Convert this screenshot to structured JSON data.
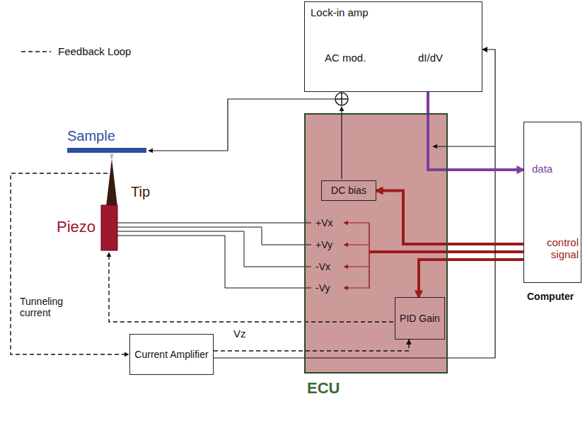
{
  "diagram": {
    "nodes": [
      {
        "text": [
          "Lock-in amp",
          "AC mod.",
          "dI/dV"
        ]
      },
      {
        "text": [
          "ECU"
        ]
      },
      {
        "text": [
          "DC bias"
        ],
        "in": 1
      },
      {
        "text": [
          "PID Gain"
        ],
        "in": 1
      },
      {
        "text": [
          "Computer"
        ]
      },
      {
        "text": [
          "Current Amplifier"
        ]
      }
    ],
    "edges": [
      {
        "from": 5,
        "to": 0,
        "arrow": "to"
      },
      {
        "from": 0,
        "to": 4,
        "arrow": "to"
      },
      {
        "from": 4,
        "to": 2,
        "arrow": "to"
      },
      {
        "from": 4,
        "to": 3,
        "arrow": "to"
      },
      {
        "from": 5,
        "to": 3,
        "arrow": "to"
      }
    ],
    "labels": [
      "Sample",
      "Tip",
      "Piezo",
      "+Vx",
      "+Vy",
      "-Vx",
      "-Vy",
      "Vz",
      "Tunneling current",
      "data",
      "control signal"
    ],
    "legend": [
      {
        "text": "Feedback Loop"
      }
    ]
  }
}
